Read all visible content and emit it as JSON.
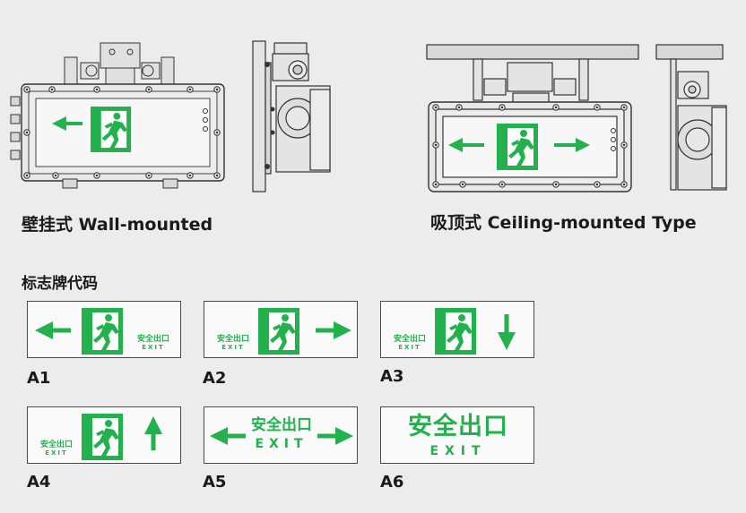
{
  "figure": {
    "wall_mounted_label": "壁挂式 Wall-mounted",
    "ceiling_mounted_label": "吸顶式 Ceiling-mounted Type",
    "code_section_title": "标志牌代码",
    "exit_text_cn": "安全出口",
    "exit_text_en": "EXIT",
    "sign_color": "#22b14c",
    "signs": [
      {
        "code": "A1",
        "layout": "left-arrow + running-man + small-text"
      },
      {
        "code": "A2",
        "layout": "small-text + running-man + right-arrow"
      },
      {
        "code": "A3",
        "layout": "small-text + running-man + down-arrow"
      },
      {
        "code": "A4",
        "layout": "small-text + running-man + up-arrow"
      },
      {
        "code": "A5",
        "layout": "left-arrow + text + right-arrow"
      },
      {
        "code": "A6",
        "layout": "large-text"
      }
    ]
  }
}
